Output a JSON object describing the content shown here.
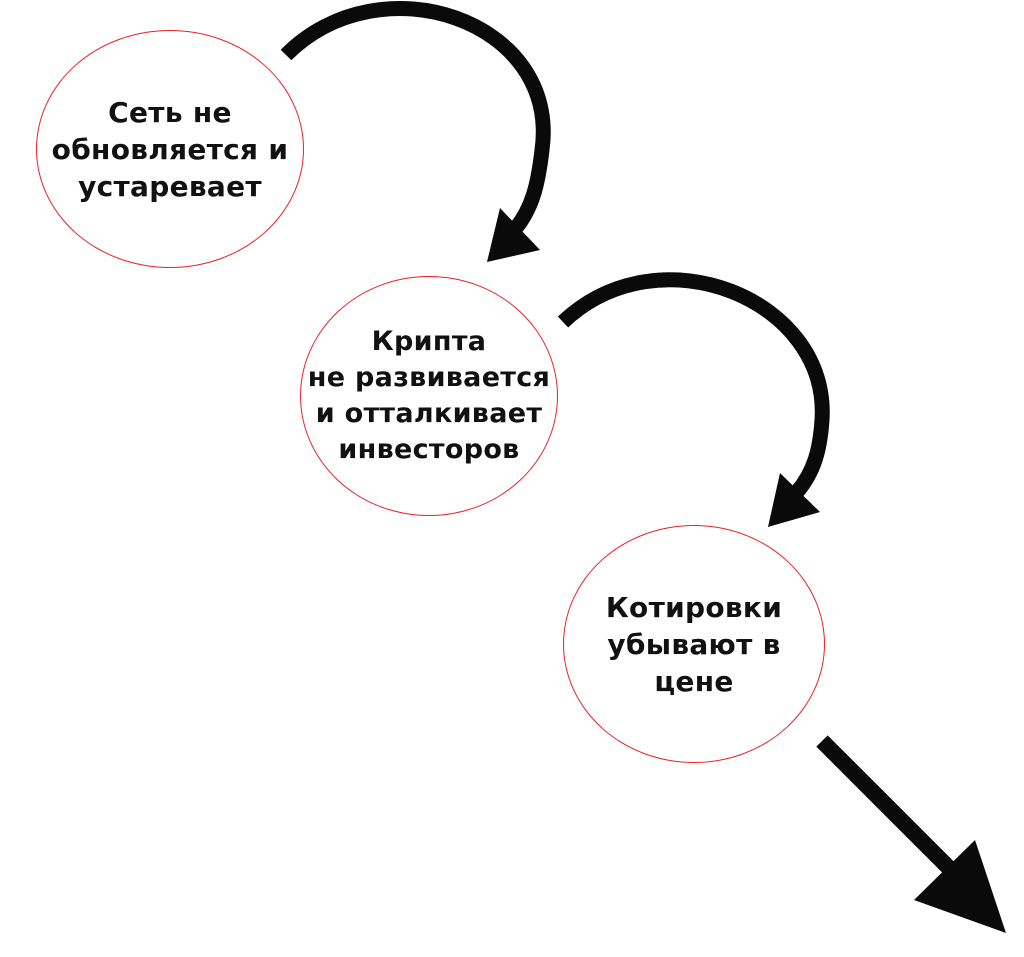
{
  "diagram": {
    "colors": {
      "node_border": "#e8232a",
      "arrow": "#0a0a0a",
      "text": "#111111",
      "background": "#ffffff"
    },
    "nodes": [
      {
        "id": "n1",
        "label": "Сеть не\nобновляется и\nустаревает"
      },
      {
        "id": "n2",
        "label": "Крипта\nне развивается\nи отталкивает\nинвесторов"
      },
      {
        "id": "n3",
        "label": "Котировки\nубывают в\nцене"
      }
    ],
    "edges": [
      {
        "from": "n1",
        "to": "n2",
        "style": "curved-arrow"
      },
      {
        "from": "n2",
        "to": "n3",
        "style": "curved-arrow"
      },
      {
        "from": "n3",
        "to": "",
        "style": "straight-arrow"
      }
    ]
  }
}
